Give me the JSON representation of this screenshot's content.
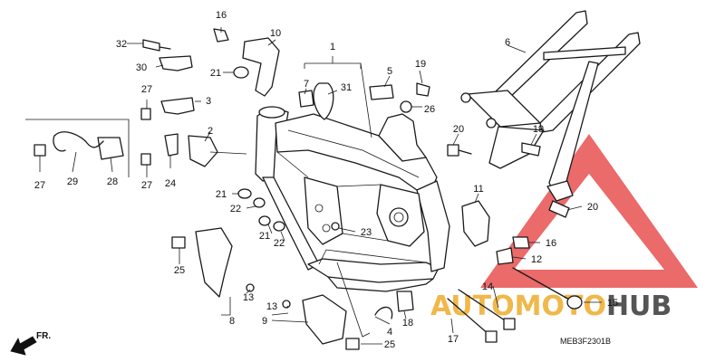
{
  "diagram_code": "MEB3F2301B",
  "direction_label": "FR.",
  "watermark": {
    "text_a": "AUTOMOTO",
    "text_b": "HUB",
    "color_a": "#f0b84a",
    "color_b": "#555555",
    "triangle_color": "#e85050"
  },
  "callouts": [
    {
      "id": "c1",
      "text": "1"
    },
    {
      "id": "c2",
      "text": "2"
    },
    {
      "id": "c3",
      "text": "3"
    },
    {
      "id": "c4",
      "text": "4"
    },
    {
      "id": "c5",
      "text": "5"
    },
    {
      "id": "c6",
      "text": "6"
    },
    {
      "id": "c7",
      "text": "7"
    },
    {
      "id": "c8",
      "text": "8"
    },
    {
      "id": "c9",
      "text": "9"
    },
    {
      "id": "c10",
      "text": "10"
    },
    {
      "id": "c11",
      "text": "11"
    },
    {
      "id": "c12",
      "text": "12"
    },
    {
      "id": "c13a",
      "text": "13"
    },
    {
      "id": "c13b",
      "text": "13"
    },
    {
      "id": "c14",
      "text": "14"
    },
    {
      "id": "c15",
      "text": "15"
    },
    {
      "id": "c16a",
      "text": "16"
    },
    {
      "id": "c16b",
      "text": "16"
    },
    {
      "id": "c17",
      "text": "17"
    },
    {
      "id": "c18",
      "text": "18"
    },
    {
      "id": "c19a",
      "text": "19"
    },
    {
      "id": "c19b",
      "text": "19"
    },
    {
      "id": "c20a",
      "text": "20"
    },
    {
      "id": "c20b",
      "text": "20"
    },
    {
      "id": "c21a",
      "text": "21"
    },
    {
      "id": "c21b",
      "text": "21"
    },
    {
      "id": "c21c",
      "text": "21"
    },
    {
      "id": "c22a",
      "text": "22"
    },
    {
      "id": "c22b",
      "text": "22"
    },
    {
      "id": "c23",
      "text": "23"
    },
    {
      "id": "c24",
      "text": "24"
    },
    {
      "id": "c25a",
      "text": "25"
    },
    {
      "id": "c25b",
      "text": "25"
    },
    {
      "id": "c26",
      "text": "26"
    },
    {
      "id": "c27a",
      "text": "27"
    },
    {
      "id": "c27b",
      "text": "27"
    },
    {
      "id": "c27c",
      "text": "27"
    },
    {
      "id": "c28",
      "text": "28"
    },
    {
      "id": "c29",
      "text": "29"
    },
    {
      "id": "c30",
      "text": "30"
    },
    {
      "id": "c31",
      "text": "31"
    },
    {
      "id": "c32",
      "text": "32"
    }
  ]
}
